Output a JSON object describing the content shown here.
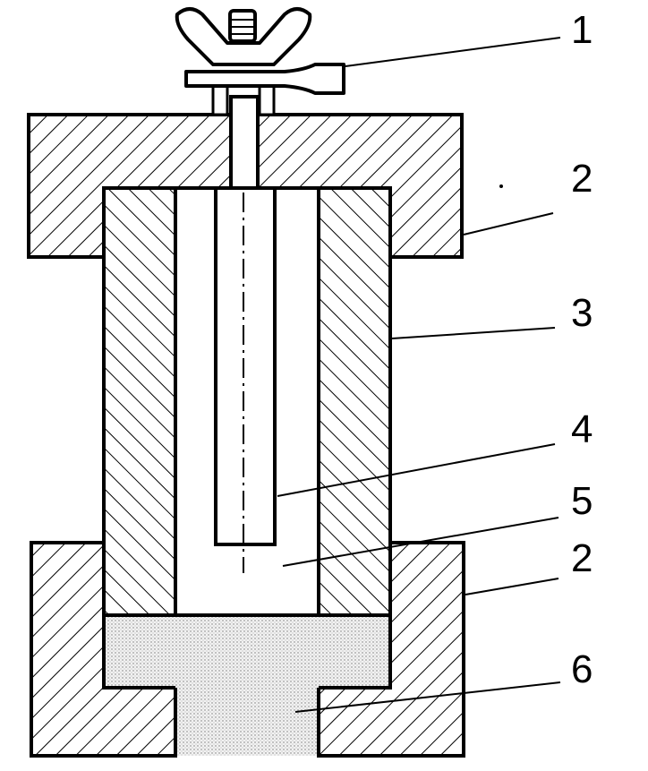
{
  "labels": {
    "l1": "1",
    "l2a": "2",
    "l3": "3",
    "l4": "4",
    "l5": "5",
    "l2b": "2",
    "l6": "6"
  },
  "colors": {
    "ink": "#000000",
    "paper": "#ffffff",
    "sand": "#e6e6e6"
  }
}
